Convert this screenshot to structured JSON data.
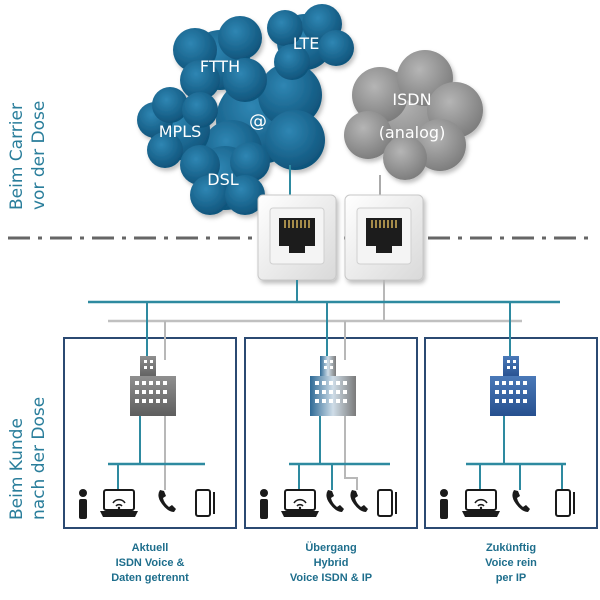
{
  "labels": {
    "carrier_line1": "Beim Carrier",
    "carrier_line2": "vor der Dose",
    "customer_line1": "Beim Kunde",
    "customer_line2": "nach der Dose"
  },
  "clouds": {
    "ftth": "FTTH",
    "lte": "LTE",
    "mpls": "MPLS",
    "at": "@",
    "dsl": "DSL",
    "isdn_line1": "ISDN",
    "isdn_line2": "(analog)"
  },
  "scenarios": [
    {
      "line1": "Aktuell",
      "line2": "ISDN Voice &",
      "line3": "Daten getrennt"
    },
    {
      "line1": "Übergang",
      "line2": "Hybrid",
      "line3": "Voice ISDN & IP"
    },
    {
      "line1": "Zukünftig",
      "line2": "Voice rein",
      "line3": "per IP"
    }
  ],
  "colors": {
    "ip_cloud": "#0f5a85",
    "isdn_cloud": "#8a8a8a",
    "ip_line": "#2e8aa0",
    "isdn_line": "#b8b8b8",
    "frame": "#2b4a72",
    "label": "#2a7e9b"
  },
  "icons": [
    "building-icon",
    "person-icon",
    "laptop-icon",
    "phone-icon",
    "mobile-icon",
    "network-socket-icon"
  ]
}
